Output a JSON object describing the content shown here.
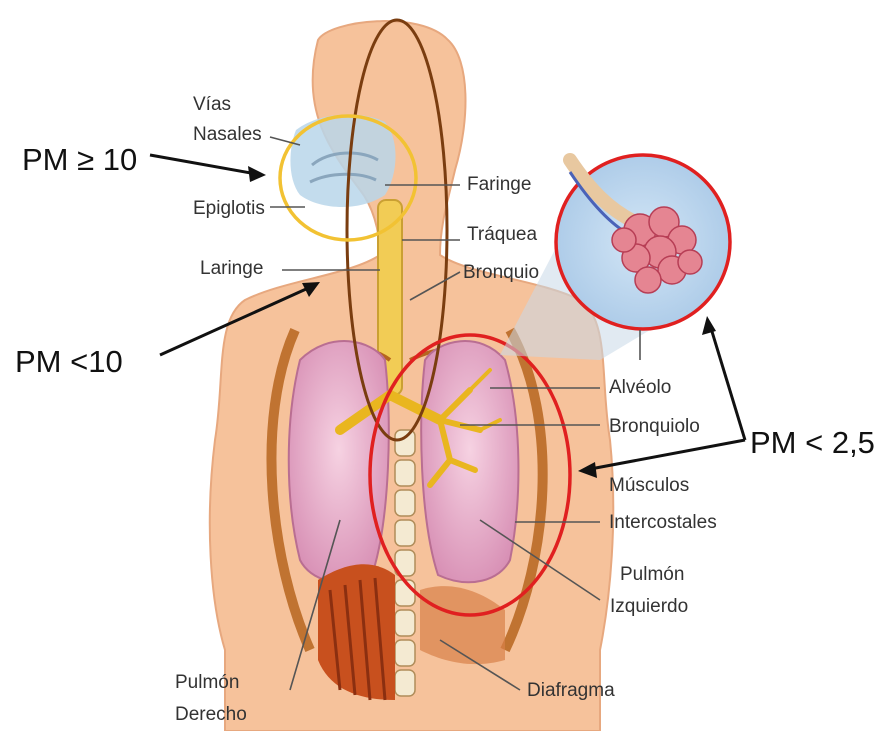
{
  "labels": {
    "vias_nasales_1": "Vías",
    "vias_nasales_2": "Nasales",
    "faringe": "Faringe",
    "epiglotis": "Epiglotis",
    "traquea": "Tráquea",
    "laringe": "Laringe",
    "bronquio": "Bronquio",
    "alveolo": "Alvéolo",
    "bronquiolo": "Bronquiolo",
    "musculos": "Músculos",
    "intercostales": "Intercostales",
    "pulmon_izq_1": "Pulmón",
    "pulmon_izq_2": "Izquierdo",
    "pulmon_der_1": "Pulmón",
    "pulmon_der_2": "Derecho",
    "diafragma": "Diafragma"
  },
  "particle_sizes": {
    "pm10_plus": "PM ≥ 10",
    "pm10_minus": "PM <10",
    "pm25": "PM < 2,5"
  },
  "colors": {
    "skin": "#f6c29b",
    "lung": "#e9a9c8",
    "airway": "#f0c020",
    "muscle": "#c8501e",
    "nasal_circle": "#f2c233",
    "pm25_circle": "#e02020",
    "trachea_ellipse": "#7a3d10",
    "alveoli_bg": "#b9d6ee",
    "alveoli": "#d86a7a"
  }
}
